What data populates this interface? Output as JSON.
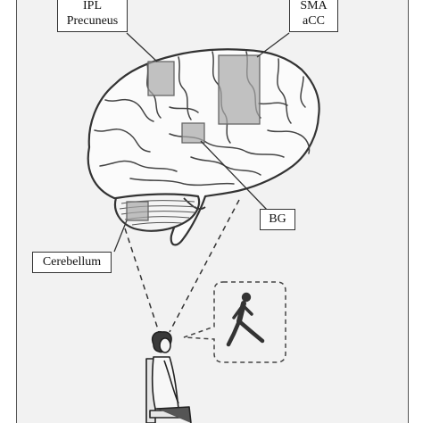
{
  "regions": {
    "ipl": {
      "line1": "IPL",
      "line2": "Precuneus"
    },
    "sma": {
      "line1": "SMA",
      "line2": "aCC"
    },
    "bg": {
      "label": "BG"
    },
    "cerebellum": {
      "label": "Cerebellum"
    }
  },
  "colors": {
    "background": "#f2f2f2",
    "brain_stroke": "#333333",
    "highlight_fill": "#a8a8a8",
    "label_bg": "#ffffff"
  },
  "icons": {
    "brain": "brain-illustration",
    "walker": "walking-person-icon",
    "seated": "seated-person-illustration"
  }
}
